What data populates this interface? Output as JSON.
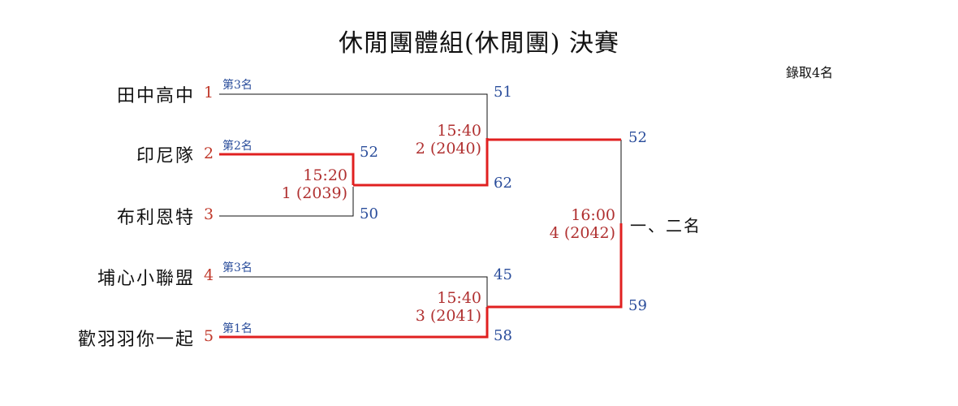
{
  "title": "休閒團體組(休閒團) 決賽",
  "subtitle": "錄取4名",
  "teams": [
    {
      "name": "田中高中",
      "seed": "1",
      "rank": "第3名"
    },
    {
      "name": "印尼隊",
      "seed": "2",
      "rank": "第2名"
    },
    {
      "name": "布利恩特",
      "seed": "3",
      "rank": ""
    },
    {
      "name": "埔心小聯盟",
      "seed": "4",
      "rank": "第3名"
    },
    {
      "name": "歡羽羽你一起",
      "seed": "5",
      "rank": "第1名"
    }
  ],
  "matches": {
    "m2039": {
      "time": "15:20",
      "label": "1 (2039)",
      "score_top": "52",
      "score_bottom": "50"
    },
    "m2040": {
      "time": "15:40",
      "label": "2 (2040)",
      "score_top": "51",
      "score_bottom": "62"
    },
    "m2041": {
      "time": "15:40",
      "label": "3 (2041)",
      "score_top": "45",
      "score_bottom": "58"
    },
    "m2042": {
      "time": "16:00",
      "label": "4 (2042)",
      "score_top": "52",
      "score_bottom": "59"
    }
  },
  "final_label": "一、二名",
  "colors": {
    "winner_line": "#e02020",
    "loser_line": "#111111",
    "seed": "#c0392b",
    "score": "#2a4d9b",
    "match": "#b03030"
  }
}
